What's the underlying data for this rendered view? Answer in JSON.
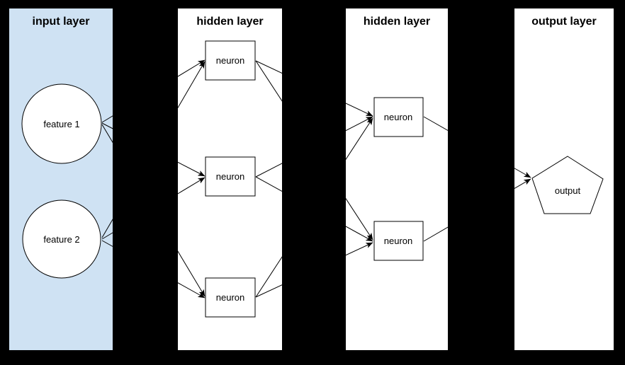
{
  "diagram": {
    "type": "neural-network",
    "colors": {
      "background": "#000000",
      "input_panel_fill": "#cfe2f3",
      "panel_fill": "#ffffff",
      "line_stroke": "#000000",
      "node_fill": "#ffffff",
      "text_color": "#000000"
    },
    "layers": [
      {
        "title": "input layer",
        "nodes": [
          {
            "label": "feature 1",
            "shape": "circle"
          },
          {
            "label": "feature 2",
            "shape": "circle"
          }
        ]
      },
      {
        "title": "hidden layer",
        "nodes": [
          {
            "label": "neuron",
            "shape": "rectangle"
          },
          {
            "label": "neuron",
            "shape": "rectangle"
          },
          {
            "label": "neuron",
            "shape": "rectangle"
          }
        ]
      },
      {
        "title": "hidden layer",
        "nodes": [
          {
            "label": "neuron",
            "shape": "rectangle"
          },
          {
            "label": "neuron",
            "shape": "rectangle"
          }
        ]
      },
      {
        "title": "output layer",
        "nodes": [
          {
            "label": "output",
            "shape": "pentagon"
          }
        ]
      }
    ],
    "edges": [
      {
        "from": "feature 1",
        "to": "hidden1 neuron 1"
      },
      {
        "from": "feature 1",
        "to": "hidden1 neuron 2"
      },
      {
        "from": "feature 1",
        "to": "hidden1 neuron 3"
      },
      {
        "from": "feature 2",
        "to": "hidden1 neuron 1"
      },
      {
        "from": "feature 2",
        "to": "hidden1 neuron 2"
      },
      {
        "from": "feature 2",
        "to": "hidden1 neuron 3"
      },
      {
        "from": "hidden1 neuron 1",
        "to": "hidden2 neuron 1"
      },
      {
        "from": "hidden1 neuron 1",
        "to": "hidden2 neuron 2"
      },
      {
        "from": "hidden1 neuron 2",
        "to": "hidden2 neuron 1"
      },
      {
        "from": "hidden1 neuron 2",
        "to": "hidden2 neuron 2"
      },
      {
        "from": "hidden1 neuron 3",
        "to": "hidden2 neuron 1"
      },
      {
        "from": "hidden1 neuron 3",
        "to": "hidden2 neuron 2"
      },
      {
        "from": "hidden2 neuron 1",
        "to": "output"
      },
      {
        "from": "hidden2 neuron 2",
        "to": "output"
      }
    ]
  }
}
